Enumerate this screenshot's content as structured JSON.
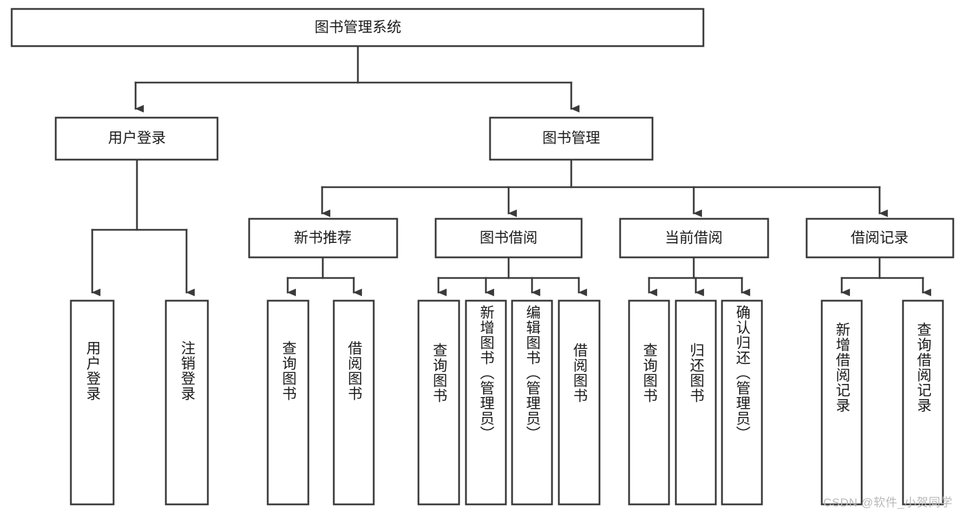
{
  "diagram": {
    "title": "图书管理系统",
    "type": "tree-hierarchy-chart",
    "orientation": "top-down",
    "stroke_color": "#3a3a3a",
    "fill_color": "#ffffff",
    "text_color": "#1a1a1a",
    "root": {
      "label": "图书管理系统",
      "name": "root-node"
    },
    "level2": [
      {
        "name": "node-user-login",
        "label": "用户登录"
      },
      {
        "name": "node-book-management",
        "label": "图书管理"
      }
    ],
    "level3": [
      {
        "name": "node-new-book-recommend",
        "label": "新书推荐"
      },
      {
        "name": "node-book-borrow",
        "label": "图书借阅"
      },
      {
        "name": "node-current-borrow",
        "label": "当前借阅"
      },
      {
        "name": "node-borrow-record",
        "label": "借阅记录"
      }
    ],
    "leaves": {
      "user_login": [
        {
          "name": "leaf-user-login",
          "label": "用户登录"
        },
        {
          "name": "leaf-logout-login",
          "label": "注销登录"
        }
      ],
      "new_book_recommend": [
        {
          "name": "leaf-query-book-1",
          "label": "查询图书"
        },
        {
          "name": "leaf-borrow-book-1",
          "label": "借阅图书"
        }
      ],
      "book_borrow": [
        {
          "name": "leaf-query-book-2",
          "label": "查询图书"
        },
        {
          "name": "leaf-add-book-admin",
          "label": "新增图书（管理员）"
        },
        {
          "name": "leaf-edit-book-admin",
          "label": "编辑图书（管理员）"
        },
        {
          "name": "leaf-borrow-book-2",
          "label": "借阅图书"
        }
      ],
      "current_borrow": [
        {
          "name": "leaf-query-book-3",
          "label": "查询图书"
        },
        {
          "name": "leaf-return-book",
          "label": "归还图书"
        },
        {
          "name": "leaf-confirm-return-admin",
          "label": "确认归还（管理员）"
        }
      ],
      "borrow_record": [
        {
          "name": "leaf-add-borrow-record",
          "label": "新增借阅记录"
        },
        {
          "name": "leaf-query-borrow-record",
          "label": "查询借阅记录"
        }
      ]
    }
  },
  "watermark": {
    "text": "CSDN @软件_小贺同学",
    "color": "#b9b9b9"
  }
}
